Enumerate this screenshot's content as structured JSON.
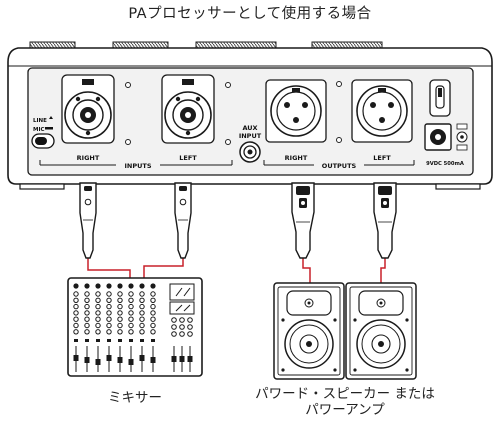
{
  "title": "PAプロセッサーとして使用する場合",
  "device": {
    "line_label": "LINE",
    "mic_label": "MIC",
    "inputs_label": "INPUTS",
    "outputs_label": "OUTPUTS",
    "right_label": "RIGHT",
    "left_label": "LEFT",
    "aux_input_label_line1": "AUX",
    "aux_input_label_line2": "INPUT",
    "power_label": "9VDC  500mA"
  },
  "captions": {
    "mixer": "ミキサー",
    "speaker_line1": "パワード・スピーカー または",
    "speaker_line2": "パワーアンプ"
  },
  "colors": {
    "outline": "#1a1a1a",
    "panel": "#f2f2f2",
    "cable": "#c8202a",
    "background": "#ffffff"
  },
  "icons": {
    "input_jack": "combo-xlr-jack-icon",
    "output_jack": "xlr-output-jack-icon",
    "plug": "xlr-plug-icon",
    "mixer": "mixer-icon",
    "speaker": "speaker-icon"
  }
}
